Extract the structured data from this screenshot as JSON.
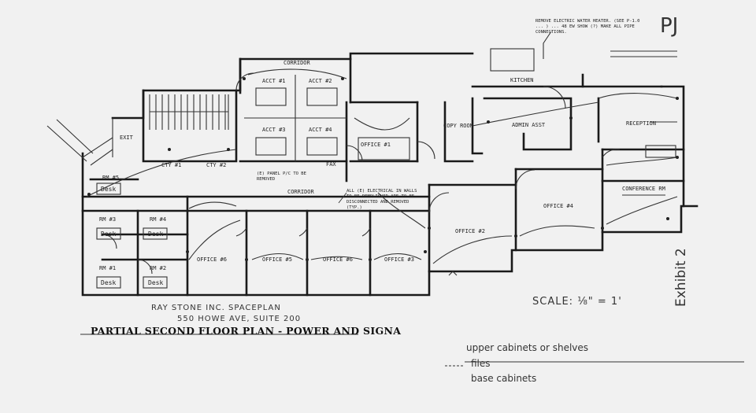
{
  "header_note": "REMOVE ELECTRIC WATER HEATER. (SEE P-1.0 ... ) ... 48 EW SHOW (?) MAKE ALL PIPE CONNECTIONS.",
  "initials": "PJ",
  "exhibit": "Exhibit 2",
  "rooms": {
    "acct1": "ACCT #1",
    "acct2": "ACCT #2",
    "acct3": "ACCT #3",
    "acct4": "ACCT #4",
    "office1": "OFFICE #1",
    "office2": "OFFICE #2",
    "office3": "OFFICE #3",
    "office4": "OFFICE #4",
    "office5": "OFFICE #5",
    "office6": "OFFICE #6",
    "kitchen": "KITCHEN",
    "copy_room": "COPY ROOM",
    "admin_asst": "ADMIN ASST",
    "reception": "RECEPTION",
    "conference": "CONFERENCE RM",
    "corridor": "CORRIDOR",
    "fax": "FAX",
    "exit": "EXIT",
    "cty1": "CTY #1",
    "cty2": "CTY #2",
    "rm1": "RM #1",
    "rm2": "RM #2",
    "rm3": "RM #3",
    "rm4": "RM #4",
    "rm5": "RM #5",
    "desk": "Desk"
  },
  "notes": {
    "panel": "(E) PANEL P/C TO BE REMOVED",
    "electrical": "ALL (E) ELECTRICAL IN WALLS TO BE DEMOLISHED ARE TO BE DISCONNECTED AND REMOVED (TYP.)"
  },
  "company": "RAY STONE INC. SPACEPLAN",
  "address": "550 HOWE AVE, SUITE 200",
  "title": "PARTIAL SECOND FLOOR PLAN - POWER AND SIGNA",
  "scale": "SCALE: ⅛\" = 1'",
  "legend": {
    "upper": "upper cabinets or shelves",
    "files": "files",
    "base": "base cabinets"
  }
}
